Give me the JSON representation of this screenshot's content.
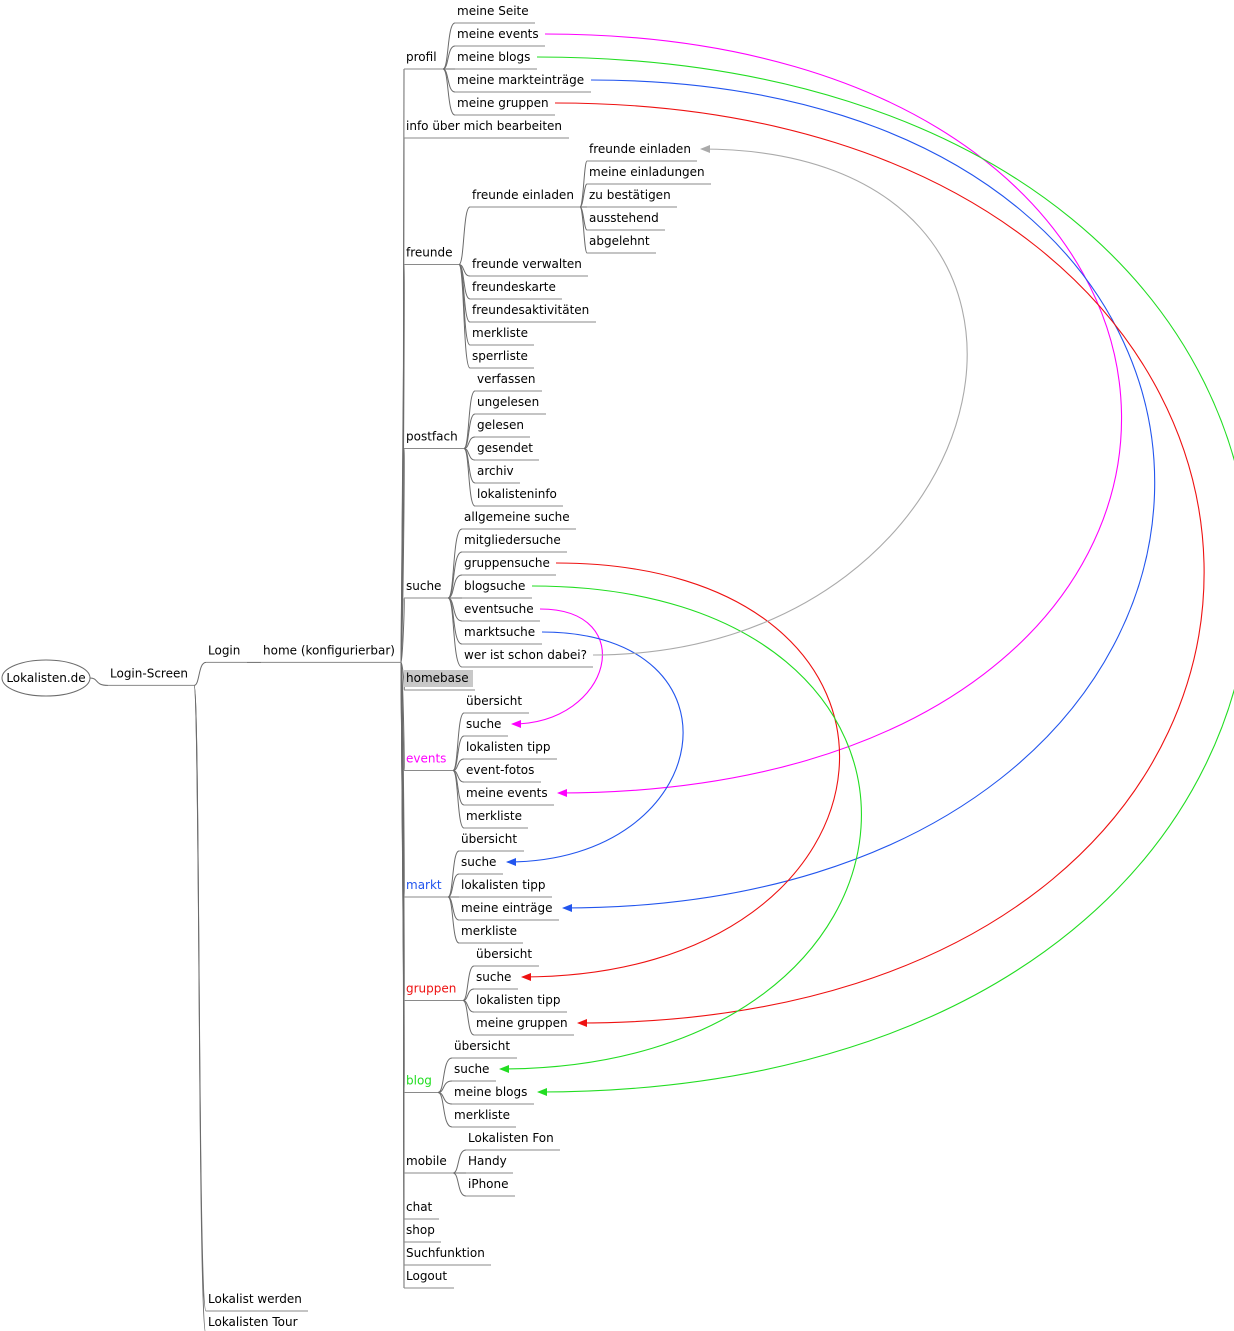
{
  "colors": {
    "tree_line": "#6b6b6b",
    "magenta": "#ff00ff",
    "green": "#22dd22",
    "blue": "#2255ee",
    "red": "#ee1111",
    "gray": "#aaaaaa",
    "highlight_bg": "#c8c8c8"
  },
  "root": {
    "label": "Lokalisten.de"
  },
  "level1": {
    "login_screen": "Login-Screen"
  },
  "level2": {
    "login": "Login",
    "lokalist_werden": "Lokalist werden",
    "lokalisten_tour": "Lokalisten Tour"
  },
  "home": {
    "label": "home (konfigurierbar)"
  },
  "sections": {
    "profil": {
      "label": "profil",
      "items": [
        "meine Seite",
        "meine events",
        "meine blogs",
        "meine markteinträge",
        "meine gruppen"
      ]
    },
    "info": {
      "label": "info über mich bearbeiten"
    },
    "freunde": {
      "label": "freunde",
      "einladen": {
        "label": "freunde einladen",
        "items": [
          "freunde einladen",
          "meine einladungen",
          "zu bestätigen",
          "ausstehend",
          "abgelehnt"
        ]
      },
      "items": [
        "freunde verwalten",
        "freundeskarte",
        "freundesaktivitäten",
        "merkliste",
        "sperrliste"
      ]
    },
    "postfach": {
      "label": "postfach",
      "items": [
        "verfassen",
        "ungelesen",
        "gelesen",
        "gesendet",
        "archiv",
        "lokalisteninfo"
      ]
    },
    "suche": {
      "label": "suche",
      "items": [
        "allgemeine suche",
        "mitgliedersuche",
        "gruppensuche",
        "blogsuche",
        "eventsuche",
        "marktsuche",
        "wer ist schon dabei?"
      ]
    },
    "homebase": {
      "label": "homebase"
    },
    "events": {
      "label": "events",
      "items": [
        "übersicht",
        "suche",
        "lokalisten tipp",
        "event-fotos",
        "meine events",
        "merkliste"
      ]
    },
    "markt": {
      "label": "markt",
      "items": [
        "übersicht",
        "suche",
        "lokalisten tipp",
        "meine einträge",
        "merkliste"
      ]
    },
    "gruppen": {
      "label": "gruppen",
      "items": [
        "übersicht",
        "suche",
        "lokalisten tipp",
        "meine gruppen"
      ]
    },
    "blog": {
      "label": "blog",
      "items": [
        "übersicht",
        "suche",
        "meine blogs",
        "merkliste"
      ]
    },
    "mobile": {
      "label": "mobile",
      "items": [
        "Lokalisten Fon",
        "Handy",
        "iPhone"
      ]
    },
    "chat": {
      "label": "chat"
    },
    "shop": {
      "label": "shop"
    },
    "suchfunktion": {
      "label": "Suchfunktion"
    },
    "logout": {
      "label": "Logout"
    }
  }
}
